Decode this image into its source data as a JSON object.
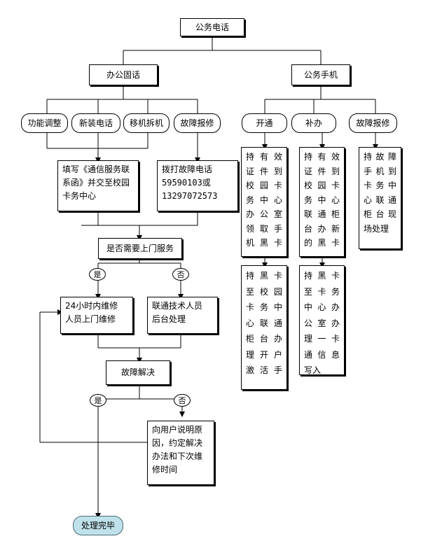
{
  "root": "公务电话",
  "office": {
    "title": "办公固话",
    "options": [
      "功能调整",
      "新装电话",
      "移机拆机",
      "故障报修"
    ],
    "request_box": [
      "填写《通信服务联",
      "系函》并交至校园",
      "卡务中心"
    ],
    "fault_box": [
      "拨打故障电话",
      "59590103或",
      "13297072573"
    ],
    "need_onsite": "是否需要上门服务",
    "yes": "是",
    "no": "否",
    "onsite_repair": [
      "24小时内维修",
      "人员上门维修"
    ],
    "backend": [
      "联通技术人员",
      "后台处理"
    ],
    "resolved": "故障解决",
    "yes2": "是",
    "no2": "否",
    "explain": [
      "向用户说明原",
      "因，约定解决",
      "办法和下次维",
      "修时间"
    ],
    "done": "处理完毕"
  },
  "mobile": {
    "title": "公务手机",
    "options": [
      "开通",
      "补办",
      "故障报修"
    ],
    "open_step1": [
      "持有效",
      "证件到",
      "校园卡",
      "务中心",
      "办公室",
      "领取手",
      "机黑卡"
    ],
    "open_step2": [
      "持黑卡",
      "至校园",
      "卡务中",
      "心联通",
      "柜台办",
      "理开户",
      "激活手"
    ],
    "reissue_step1": [
      "持有效",
      "证件到",
      "校园卡",
      "务中心",
      "联通柜",
      "台办新",
      "的黑卡"
    ],
    "reissue_step2": [
      "持黑卡",
      "至卡务",
      "中心办",
      "公室办",
      "理一卡",
      "通信息",
      "写入"
    ],
    "fault_step": [
      "持故障",
      "手机到",
      "卡务中",
      "心联通",
      "柜台现",
      "场处理"
    ]
  }
}
